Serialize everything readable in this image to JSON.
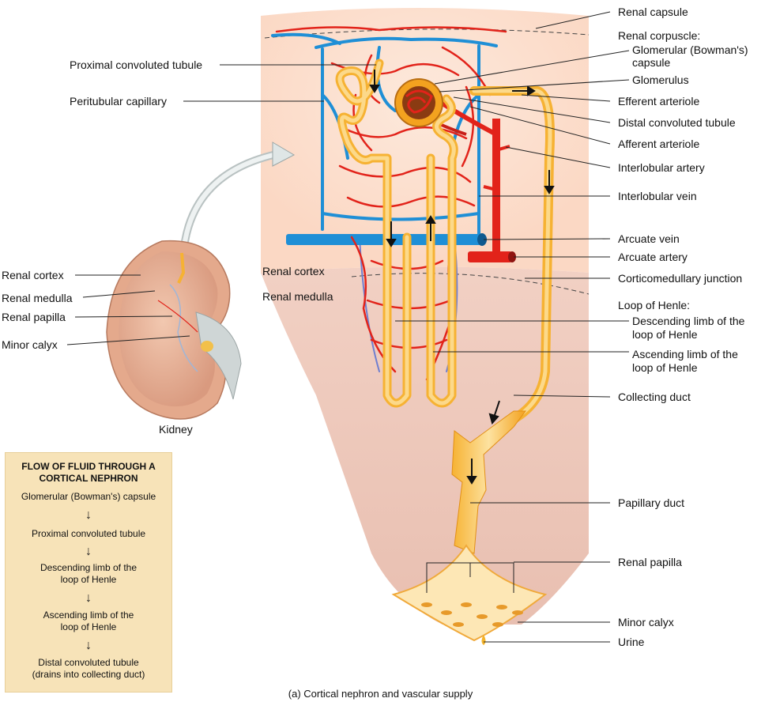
{
  "labels_right": {
    "renal_capsule": "Renal capsule",
    "renal_corpuscle": "Renal corpuscle:",
    "glomerular_capsule_1": "Glomerular (Bowman's)",
    "glomerular_capsule_2": "capsule",
    "glomerulus": "Glomerulus",
    "efferent_arteriole": "Efferent arteriole",
    "distal_convoluted_tubule": "Distal convoluted tubule",
    "afferent_arteriole": "Afferent arteriole",
    "interlobular_artery": "Interlobular artery",
    "interlobular_vein": "Interlobular vein",
    "arcuate_vein": "Arcuate vein",
    "arcuate_artery": "Arcuate artery",
    "corticomedullary_junction": "Corticomedullary junction",
    "loop_of_henle": "Loop of Henle:",
    "descending_limb_1": "Descending limb of the",
    "descending_limb_2": "loop of Henle",
    "ascending_limb_1": "Ascending limb of the",
    "ascending_limb_2": "loop of Henle",
    "collecting_duct": "Collecting duct",
    "papillary_duct": "Papillary duct",
    "renal_papilla": "Renal papilla",
    "minor_calyx": "Minor calyx",
    "urine": "Urine"
  },
  "labels_left": {
    "proximal_convoluted_tubule": "Proximal convoluted tubule",
    "peritubular_capillary": "Peritubular capillary",
    "renal_cortex": "Renal cortex",
    "renal_medulla": "Renal medulla",
    "renal_papilla": "Renal papilla",
    "minor_calyx": "Minor calyx",
    "kidney": "Kidney"
  },
  "zone_labels": {
    "renal_cortex": "Renal cortex",
    "renal_medulla": "Renal medulla"
  },
  "flow_box": {
    "title_1": "FLOW OF FLUID THROUGH A",
    "title_2": "CORTICAL NEPHRON",
    "steps": [
      {
        "line1": "Glomerular (Bowman's) capsule",
        "line2": ""
      },
      {
        "line1": "Proximal convoluted tubule",
        "line2": ""
      },
      {
        "line1": "Descending limb of the",
        "line2": "loop of Henle"
      },
      {
        "line1": "Ascending limb of the",
        "line2": "loop of Henle"
      },
      {
        "line1": "Distal convoluted tubule",
        "line2": "(drains into collecting duct)"
      }
    ],
    "arrow": "↓"
  },
  "caption": "(a) Cortical nephron and vascular supply",
  "colors": {
    "artery": "#e2231a",
    "vein": "#1f8fd6",
    "tubule": "#f6b233",
    "tubule_light": "#fcd98a",
    "cortex_bg": "#fbe0cf",
    "medulla_bg": "#ecc2b5",
    "flow_box_bg": "#f7e3b8"
  }
}
